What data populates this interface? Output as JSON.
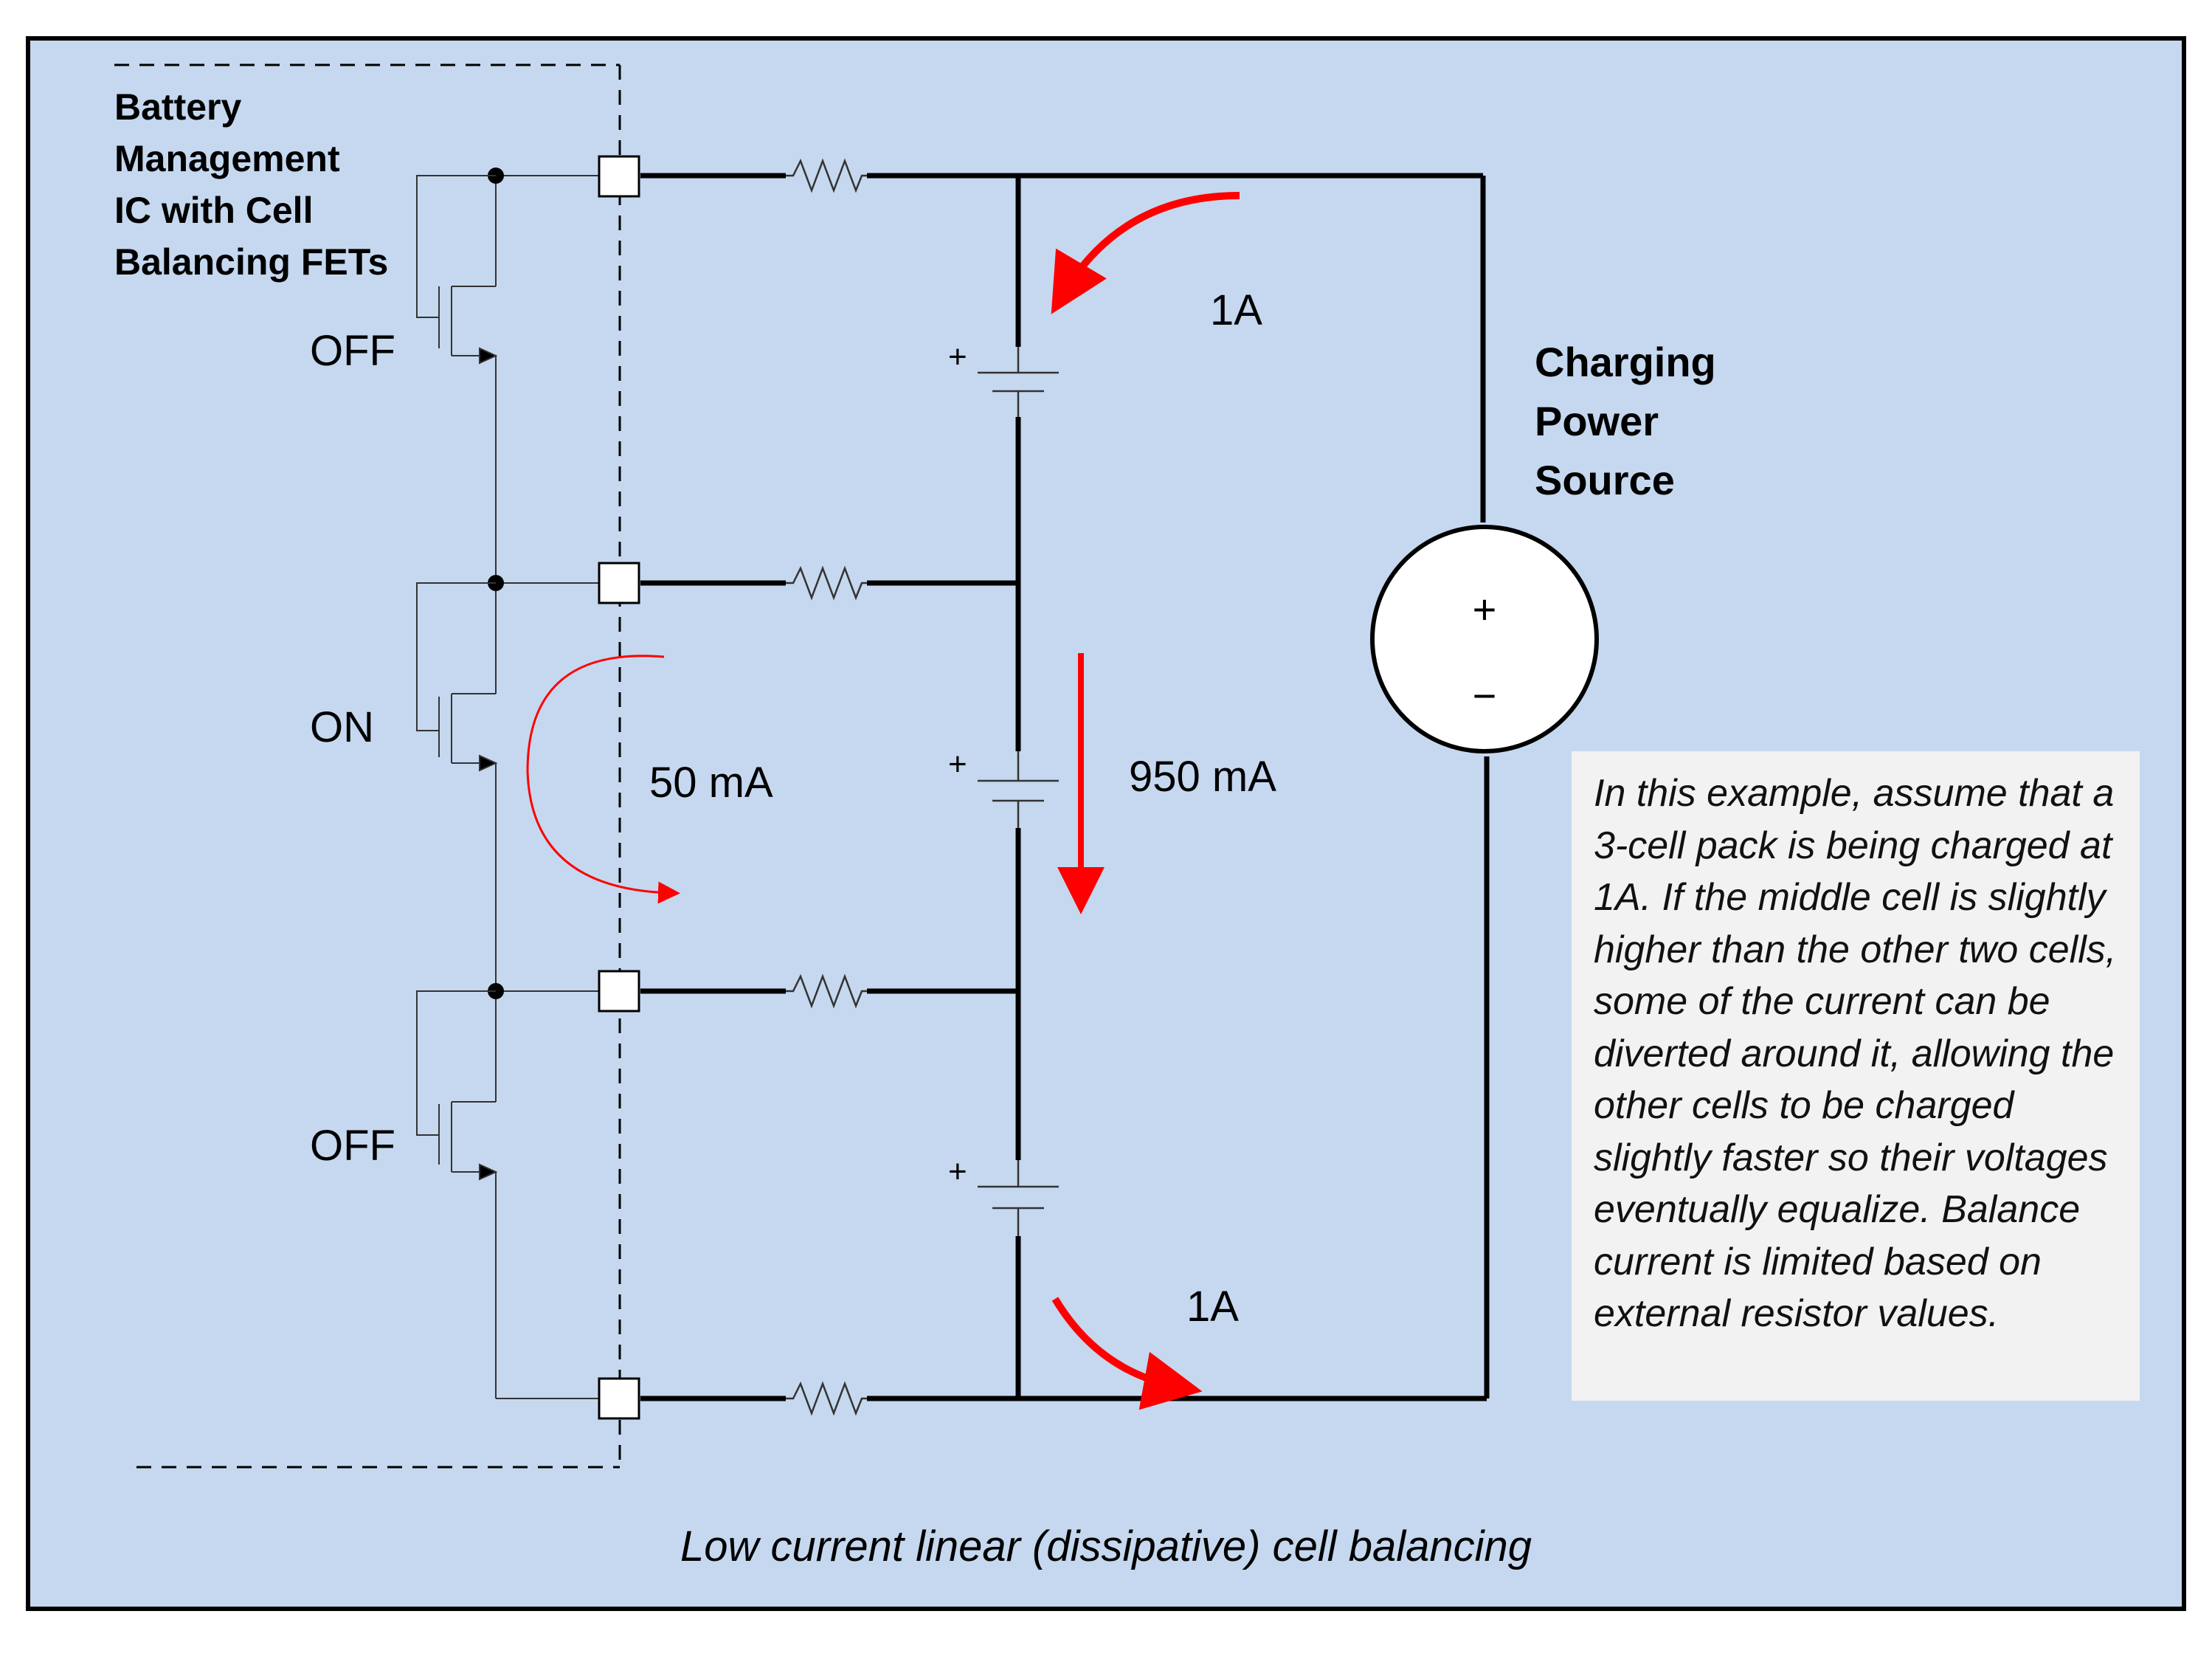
{
  "title": "Low current linear (dissipative) cell balancing",
  "ic_label": [
    "Battery",
    "Management",
    "IC with Cell",
    "Balancing FETs"
  ],
  "fet_states": [
    "OFF",
    "ON",
    "OFF"
  ],
  "source_label": [
    "Charging",
    "Power",
    "Source"
  ],
  "source_symbols": {
    "plus": "+",
    "minus": "−"
  },
  "cell_polarity": "+",
  "currents": {
    "top": "1A",
    "bypass": "50 mA",
    "middle": "950 mA",
    "bottom": "1A"
  },
  "note": "In this example, assume that a 3-cell pack is being charged at 1A. If the middle cell is slightly higher than the other two cells, some of the current can be diverted around it, allowing the other cells to be charged slightly faster so their voltages eventually equalize. Balance current is limited based on external resistor values.",
  "colors": {
    "background": "#c5d8ef",
    "border": "#000000",
    "arrow": "#ff0000",
    "note_bg": "#f2f2f2"
  }
}
